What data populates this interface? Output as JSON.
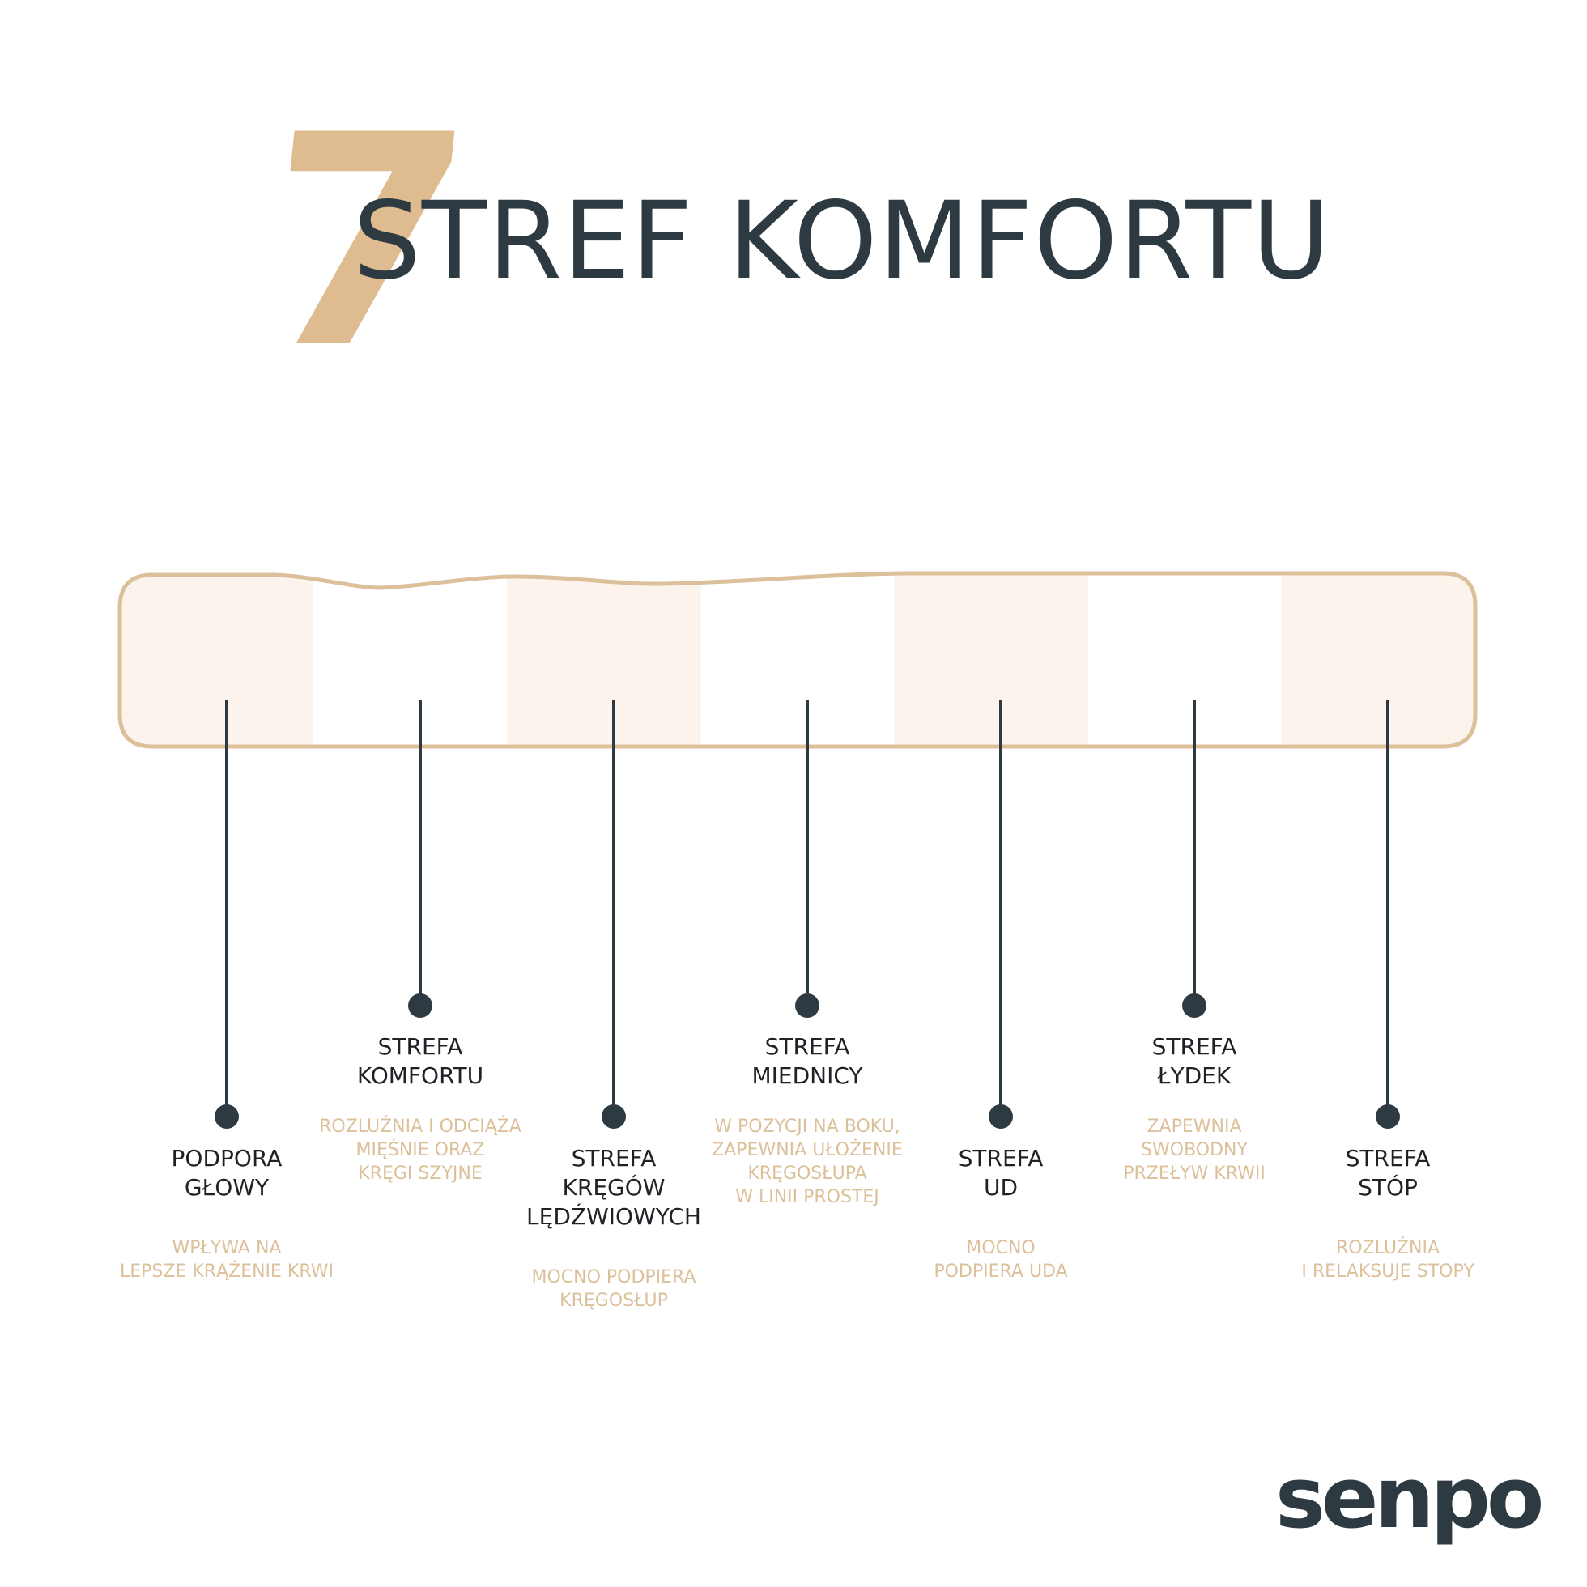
{
  "title": {
    "number": "7",
    "text": "STREF KOMFORTU"
  },
  "colors": {
    "accent": "#dfbc8f",
    "zone_fill": "#fbf3ec",
    "outline": "#dcc09a",
    "dark": "#2e3a41",
    "description": "#dcc09a"
  },
  "zones": [
    {
      "name": "PODPORA\nGŁOWY",
      "description": "WPŁYWA NA\nLEPSZE KRĄŻENIE KRWI",
      "shaded": true,
      "label_row": "low"
    },
    {
      "name": "STREFA\nKOMFORTU",
      "description": "ROZLUŹNIA I ODCIĄŻA\nMIĘŚNIE ORAZ\nKRĘGI SZYJNE",
      "shaded": false,
      "label_row": "high"
    },
    {
      "name": "STREFA\nKRĘGÓW\nLĘDŹWIOWYCH",
      "description": "MOCNO PODPIERA\nKRĘGOSŁUP",
      "shaded": true,
      "label_row": "low"
    },
    {
      "name": "STREFA\nMIEDNICY",
      "description": "W POZYCJI NA BOKU,\nZAPEWNIA UŁOŻENIE\nKRĘGOSŁUPA\nW LINII PROSTEJ",
      "shaded": false,
      "label_row": "high"
    },
    {
      "name": "STREFA\nUD",
      "description": "MOCNO\nPODPIERA UDA",
      "shaded": true,
      "label_row": "low"
    },
    {
      "name": "STREFA\nŁYDEK",
      "description": "ZAPEWNIA\nSWOBODNY\nPRZEŁYW KRWII",
      "shaded": false,
      "label_row": "high"
    },
    {
      "name": "STREFA\nSTÓP",
      "description": "ROZLUŹNIA\nI RELAKSUJE STOPY",
      "shaded": true,
      "label_row": "low"
    }
  ],
  "brand": {
    "logo_text": "senpo"
  }
}
